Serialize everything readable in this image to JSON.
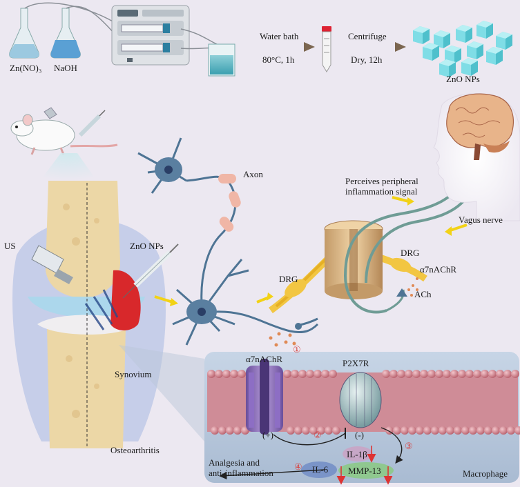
{
  "synthesis": {
    "reagent_1": "Zn(NO)₃",
    "reagent_2": "NaOH",
    "step_1_title": "Water bath",
    "step_1_cond": "80°C, 1h",
    "step_2_title": "Centrifuge",
    "step_2_cond": "Dry, 12h",
    "product": "ZnO NPs"
  },
  "neural": {
    "axon": "Axon",
    "perceives": "Perceives peripheral\ninflammation signal",
    "vagus": "Vagus nerve",
    "drg_left": "DRG",
    "drg_right": "DRG",
    "receptor_right": "α7nAChR",
    "ach": "ACh"
  },
  "joint": {
    "us": "US",
    "injection": "ZnO NPs",
    "synovium": "Synovium",
    "disease": "Osteoarthritis"
  },
  "macrophage": {
    "receptor_1": "α7nAChR",
    "receptor_2": "P2X7R",
    "plus": "(+)",
    "minus": "(-)",
    "il1b": "IL-1β",
    "il6": "IL-6",
    "mmp13": "MMP-13",
    "outcome": "Analgesia and\nanti-inflammation",
    "cell": "Macrophage",
    "step_1": "①",
    "step_2": "②",
    "step_3": "③",
    "step_4": "④"
  },
  "colors": {
    "background": "#ece8f1",
    "bone": "#e8d2a3",
    "synovium_red": "#d8282b",
    "membrane_pink": "#cf8c97",
    "nerve": "#4e7494",
    "vagus": "#6f9c95",
    "drg_yellow": "#f2c642",
    "arrow_yellow": "#f2d216",
    "step_red": "#d64a4a"
  }
}
